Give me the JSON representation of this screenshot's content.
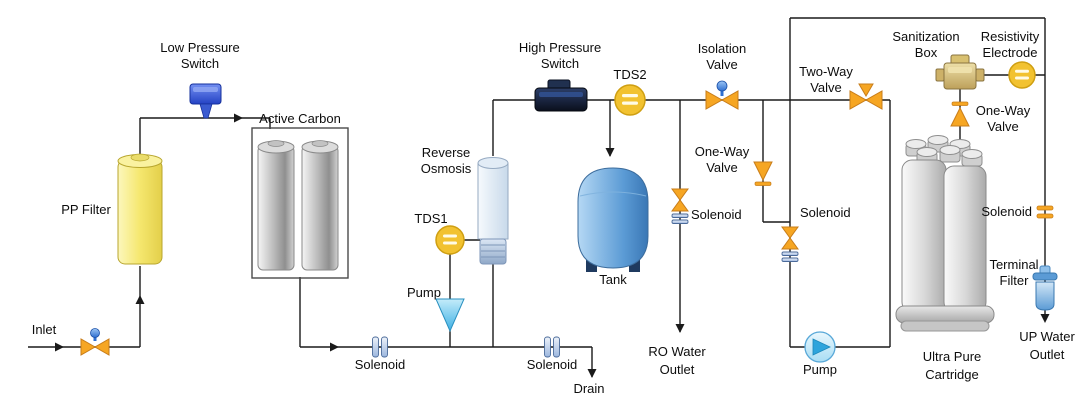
{
  "labels": {
    "inlet": "Inlet",
    "pp_filter": "PP Filter",
    "low_pressure_switch": {
      "line1": "Low Pressure",
      "line2": "Switch"
    },
    "active_carbon": "Active Carbon",
    "solenoid_feed": "Solenoid",
    "tds1": "TDS1",
    "pump_feed": "Pump",
    "reverse_osmosis": {
      "line1": "Reverse",
      "line2": "Osmosis"
    },
    "high_pressure_switch": {
      "line1": "High Pressure",
      "line2": "Switch"
    },
    "tds2": "TDS2",
    "tank": "Tank",
    "solenoid_drain": "Solenoid",
    "drain": "Drain",
    "isolation_valve": {
      "line1": "Isolation",
      "line2": "Valve"
    },
    "one_way_valve_ro": {
      "line1": "One-Way",
      "line2": "Valve"
    },
    "solenoid_ro_outlet": "Solenoid",
    "ro_water_outlet": {
      "line1": "RO Water",
      "line2": "Outlet"
    },
    "two_way_valve": {
      "line1": "Two-Way",
      "line2": "Valve"
    },
    "solenoid_recirc": "Solenoid",
    "pump_recirc": "Pump",
    "sanitization_box": {
      "line1": "Sanitization",
      "line2": "Box"
    },
    "resistivity_electrode": {
      "line1": "Resistivity",
      "line2": "Electrode"
    },
    "one_way_valve_polish": {
      "line1": "One-Way",
      "line2": "Valve"
    },
    "ultra_pure_cartridge": {
      "line1": "Ultra Pure",
      "line2": "Cartridge"
    },
    "solenoid_up": "Solenoid",
    "terminal_filter": {
      "line1": "Terminal",
      "line2": "Filter"
    },
    "up_water_outlet": {
      "line1": "UP Water",
      "line2": "Outlet"
    }
  },
  "icons": {
    "manual_valve": "orange-bowtie-with-blue-cap",
    "two_way_valve": "orange-bowtie-with-top-port",
    "check_valve": "orange-triangle-with-seat-bar",
    "solenoid_valve": "double-bar-coil",
    "tds_sensor": "yellow-circle-equals",
    "resistivity_sensor": "yellow-circle-equals",
    "pump": "circle-with-triangle",
    "flow_arrow": "black-arrowhead"
  },
  "colors": {
    "background": "#ffffff",
    "pipe_line": "#1a1a1a",
    "valve_orange": "#f6a623",
    "sensor_yellow": "#f2c230",
    "switch_blue": "#3a5ad0",
    "tank_blue": "#5b9bd5",
    "pump_cyan": "#3eb0e4",
    "pp_filter_yellow": "#f5e76e",
    "carbon_gray": "#b9b9b9",
    "sanitization_gold": "#cdb168"
  }
}
